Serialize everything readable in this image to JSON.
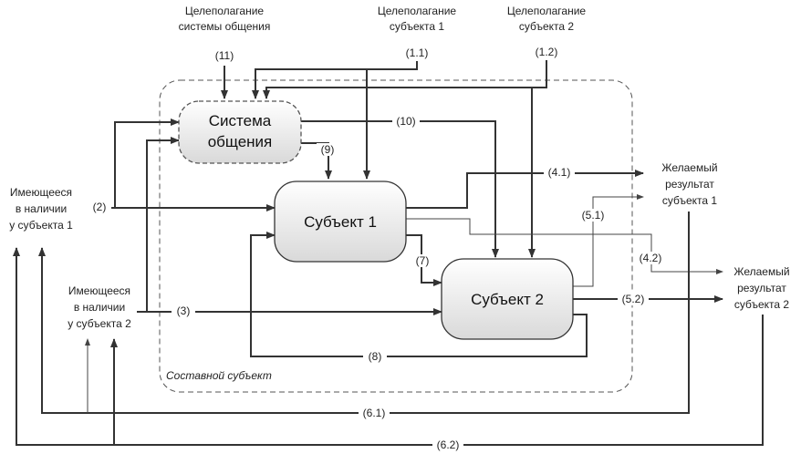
{
  "diagram": {
    "nodes": {
      "system": [
        "Система",
        "общения"
      ],
      "subject1": "Субъект 1",
      "subject2": "Субъект 2"
    },
    "container_label": "Составной субъект",
    "external": {
      "goal_system": [
        "Целеполагание",
        "системы общения"
      ],
      "goal_s1": [
        "Целеполагание",
        "субъекта 1"
      ],
      "goal_s2": [
        "Целеполагание",
        "субъекта 2"
      ],
      "have_s1": [
        "Имеющееся",
        "в наличии",
        "у субъекта 1"
      ],
      "have_s2": [
        "Имеющееся",
        "в наличии",
        "у субъекта 2"
      ],
      "result_s1": [
        "Желаемый",
        "результат",
        "субъекта 1"
      ],
      "result_s2": [
        "Желаемый",
        "результат",
        "субъекта 2"
      ]
    },
    "edge_labels": {
      "e11": "(11)",
      "e1_1": "(1.1)",
      "e1_2": "(1.2)",
      "e10": "(10)",
      "e9": "(9)",
      "e2": "(2)",
      "e3": "(3)",
      "e4_1": "(4.1)",
      "e4_2": "(4.2)",
      "e5_1": "(5.1)",
      "e5_2": "(5.2)",
      "e7": "(7)",
      "e8": "(8)",
      "e6_1": "(6.1)",
      "e6_2": "(6.2)"
    }
  }
}
